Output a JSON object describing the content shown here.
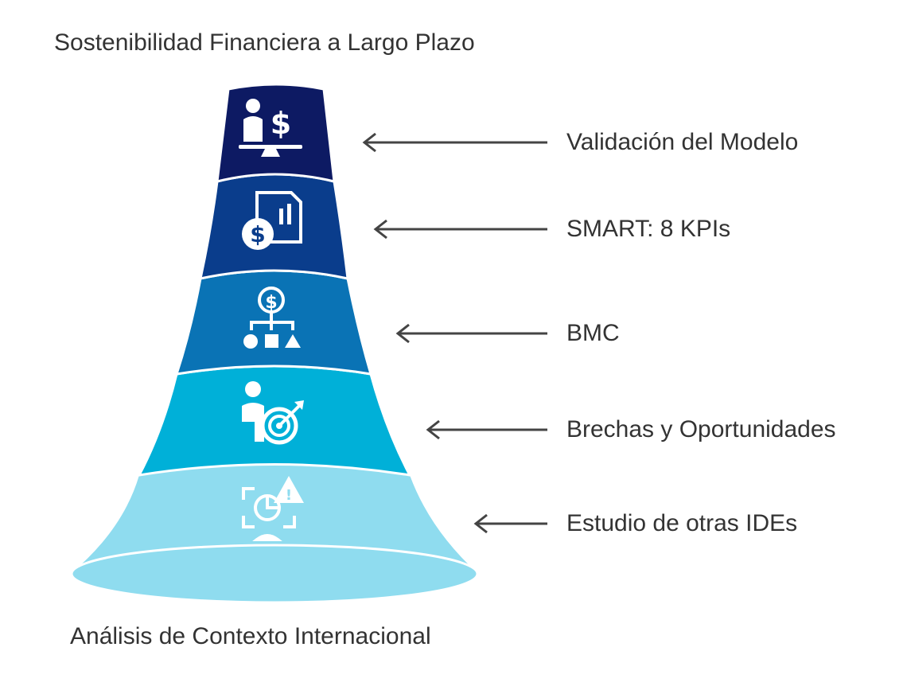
{
  "diagram": {
    "top_title": "Sostenibilidad Financiera a Largo Plazo",
    "bottom_title": "Análisis de Contexto Internacional",
    "colors": {
      "text": "#333333",
      "arrow": "#444444",
      "icon": "#ffffff"
    },
    "stages": [
      {
        "label": "Validación del Modelo",
        "icon": "balance-scale-person-dollar-icon",
        "color": "#0d1a63"
      },
      {
        "label": "SMART: 8 KPIs",
        "icon": "financial-report-icon",
        "color": "#0a3d8c"
      },
      {
        "label": "BMC",
        "icon": "business-model-hierarchy-icon",
        "color": "#0a73b5"
      },
      {
        "label": "Brechas y Oportunidades",
        "icon": "person-target-icon",
        "color": "#00b0d8"
      },
      {
        "label": "Estudio de otras IDEs",
        "icon": "risk-analysis-icon",
        "color": "#8fdcef"
      }
    ]
  }
}
